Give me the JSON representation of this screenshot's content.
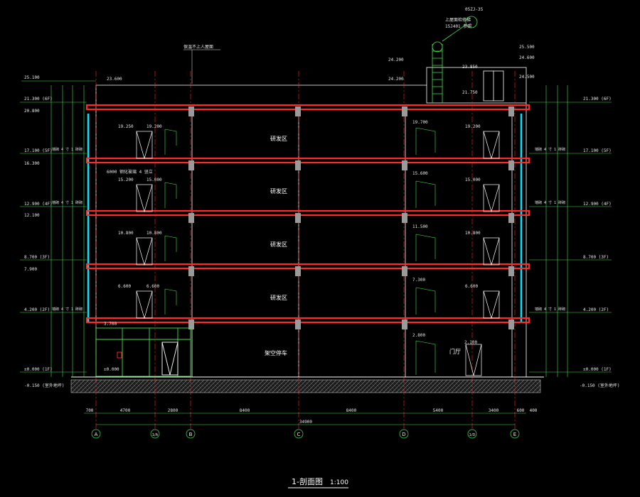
{
  "title": {
    "main": "1-剖面图",
    "scale": "1:100"
  },
  "axes": [
    "A",
    "1/A",
    "B",
    "C",
    "D",
    "1/D",
    "E"
  ],
  "dims_bottom": [
    "700",
    "4700",
    "2800",
    "8400",
    "8400",
    "5400",
    "3400",
    "600",
    "400"
  ],
  "dims_total": "34900",
  "left_levels": [
    "25.100",
    "21.300 (6F)",
    "20.800",
    "17.100 (5F)",
    "16.300",
    "12.900 (4F)",
    "12.100",
    "8.700 (3F)",
    "7.900",
    "4.200 (2F)",
    "±0.000 (1F)",
    "-0.150 (室外地坪)"
  ],
  "right_levels": [
    "21.300 (6F)",
    "17.100 (5F)",
    "12.900 (4F)",
    "8.700 (3F)",
    "4.200 (2F)",
    "±0.000 (1F)",
    "-0.150 (室外地坪)"
  ],
  "rooms": {
    "r5": "研发区",
    "r4": "研发区",
    "r3": "研发区",
    "r2": "研发区",
    "r1": "架空停车",
    "lobby": "门厅"
  },
  "annotations": {
    "roof_note": "保温不上人屋面",
    "window_note": "6000 钢化玻璃 4 竖立",
    "roof_elev_left": "23.600",
    "stair_top_1": "25.500",
    "stair_top_2": "24.200",
    "stair_top_3": "24.600",
    "stair_mid": "23.850",
    "stair_low": "24.500",
    "stair_base": "21.750",
    "ladder_note_1": "上屋面检修梯",
    "ladder_note_2": "15J401 参照",
    "detail_ref": "05ZJ-35",
    "floor_right_5": "19.700",
    "floor_right_4": "15.600",
    "floor_right_3": "11.500",
    "floor_right_2": "7.300",
    "floor_right_1": "2.800",
    "lobby_elev": "2.100",
    "win_5": "19.250",
    "win_5b": "19.200",
    "win_4": "15.200",
    "win_4b": "15.000",
    "win_3": "10.800",
    "win_3b": "10.800",
    "win_2": "6.600",
    "win_2b": "6.600",
    "ground_left": "3.700",
    "ground_door": "±0.000",
    "left_side_note": "墙砌 4 寸 1 砖砌",
    "right_side_note": "墙砌 4 寸 1 砖砌"
  },
  "colors": {
    "slab": "#ff2b2b",
    "wall": "#ffffff",
    "dimension": "#46e04a",
    "glass": "#00e5ff",
    "text": "#e6e6e6",
    "ground_hatch": "#8a8a8a"
  }
}
